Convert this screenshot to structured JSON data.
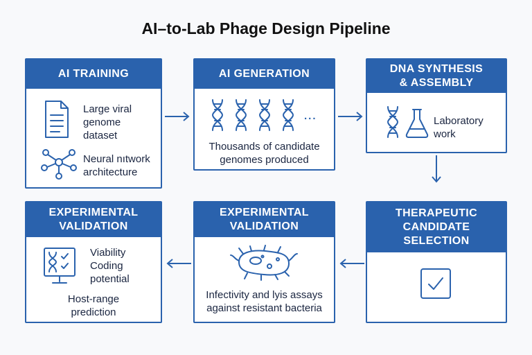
{
  "title": "AI–to-Lab Phage Design Pipeline",
  "colors": {
    "accent": "#2a62ad",
    "background": "#f8f9fb"
  },
  "boxes": {
    "training": {
      "heading": "AI TRAINING",
      "item1": [
        "Large viral",
        "genome",
        "dataset"
      ],
      "item2": [
        "Neural nıtwork",
        "architecture"
      ],
      "icons": [
        "document-icon",
        "neural-network-icon"
      ]
    },
    "generation": {
      "heading": "AI GENERATION",
      "ellipsis": "...",
      "caption": [
        "Thousands of candidate",
        "genomes produced"
      ],
      "icons": [
        "dna-icon"
      ]
    },
    "synthesis": {
      "heading": [
        "DNA SYNTHESIS",
        "& ASSEMBLY"
      ],
      "caption": [
        "Laboratory",
        "work"
      ],
      "icons": [
        "dna-icon",
        "flask-icon"
      ]
    },
    "validation_left": {
      "heading": [
        "EXPERIMENTAL",
        "VALIDATION"
      ],
      "list": [
        "Viability",
        "Coding",
        "potential"
      ],
      "footer": [
        "Host-range",
        "prediction"
      ],
      "icons": [
        "monitor-checklist-icon"
      ]
    },
    "validation_mid": {
      "heading": [
        "EXPERIMENTAL",
        "VALIDATION"
      ],
      "caption": [
        "Infectivity and lyis assays",
        "against resistant bacteria"
      ],
      "icons": [
        "bacterium-icon"
      ]
    },
    "therapeutic": {
      "heading": [
        "THERAPEUTIC",
        "CANDIDATE",
        "SELECTION"
      ],
      "icons": [
        "checkbox-icon"
      ]
    }
  }
}
